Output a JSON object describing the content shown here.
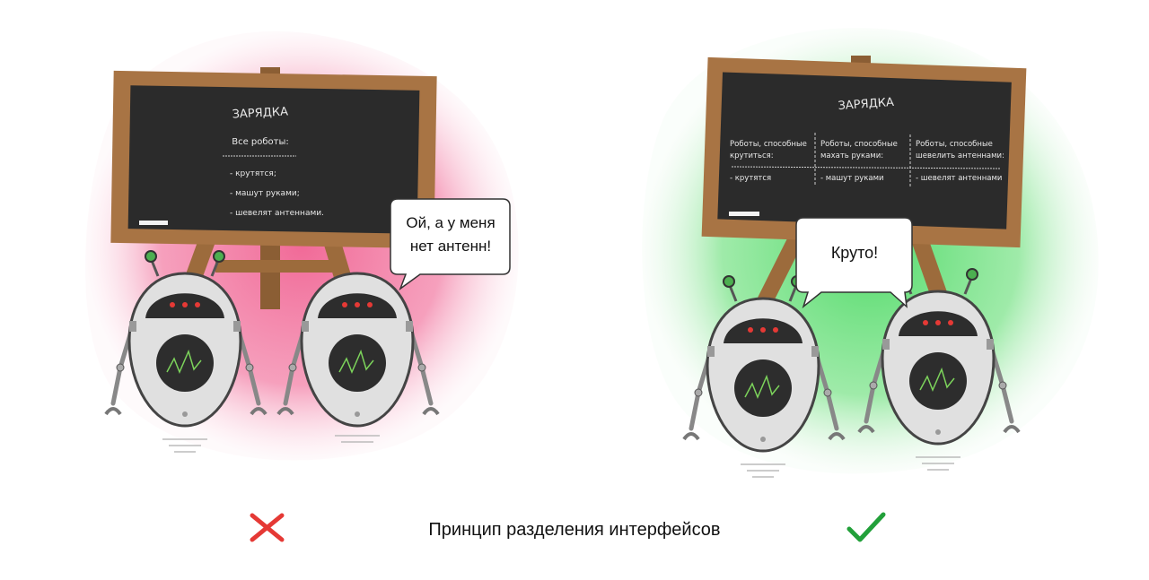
{
  "left_panel": {
    "board": {
      "title": "ЗАРЯДКА",
      "subtitle": "Все роботы:",
      "items": [
        "- крутятся;",
        "- машут руками;",
        "- шевелят антеннами."
      ]
    },
    "speech": [
      "Ой, а у меня",
      "нет антенн!"
    ],
    "verdict_icon": "cross-icon",
    "color": "#e53935"
  },
  "right_panel": {
    "board": {
      "title": "ЗАРЯДКА",
      "columns": [
        {
          "header": [
            "Роботы, способные",
            "крутиться:"
          ],
          "item": "- крутятся"
        },
        {
          "header": [
            "Роботы, способные",
            "махать руками:"
          ],
          "item": "- машут руками"
        },
        {
          "header": [
            "Роботы, способные",
            "шевелить антеннами:"
          ],
          "item": "- шевелят антеннами"
        }
      ]
    },
    "speech": "Круто!",
    "verdict_icon": "check-icon",
    "color": "#22a03a"
  },
  "caption": "Принцип разделения интерфейсов"
}
